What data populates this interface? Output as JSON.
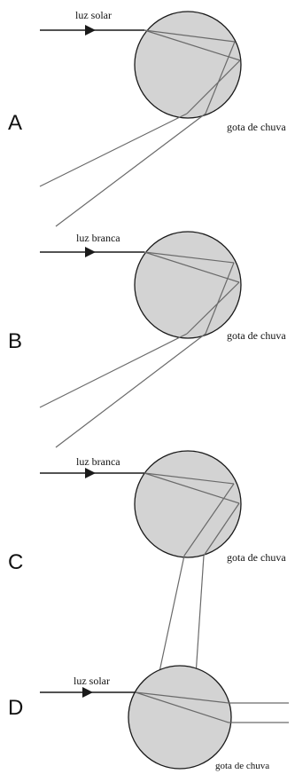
{
  "panels": [
    {
      "letter": "A",
      "input_label": "luz solar",
      "drop_label": "gota de chuva"
    },
    {
      "letter": "B",
      "input_label": "luz branca",
      "drop_label": "gota de chuva"
    },
    {
      "letter": "C",
      "input_label": "luz branca",
      "drop_label": "gota de chuva"
    },
    {
      "letter": "D",
      "input_label": "luz solar",
      "drop_label": "gota de chuva"
    }
  ],
  "colors": {
    "drop_fill": "#d3d3d3",
    "drop_stroke": "#1a1a1a",
    "incoming_ray": "#1a1a1a",
    "internal_ray": "#6a6a6a"
  }
}
